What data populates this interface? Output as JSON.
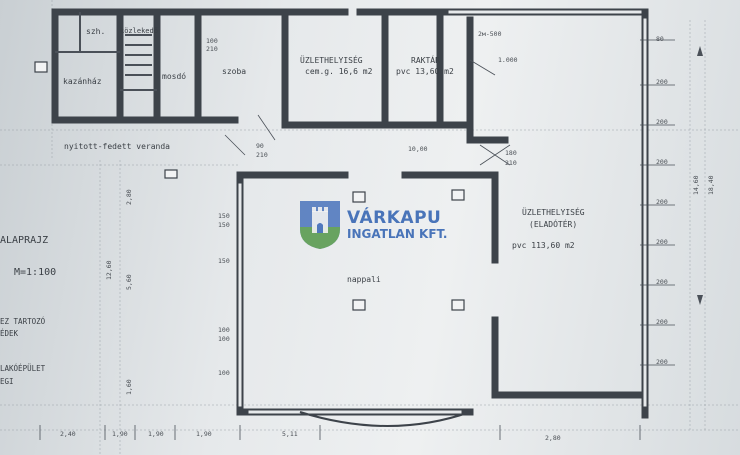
{
  "rooms": {
    "szh": "szh.",
    "kozlekedo": "közlekedő",
    "kazanhaz": "kazánház",
    "mosdo": "mosdó",
    "szoba": "szoba",
    "uzlet_small_title": "ÜZLETHELYISÉG",
    "uzlet_small_area": "cem.g. 16,6 m2",
    "raktar_title": "RAKTÁR",
    "raktar_area": "pvc 13,60 m2",
    "veranda": "nyitott-fedett veranda",
    "nappali": "nappali",
    "eladoter_title": "ÜZLETHELYISÉG",
    "eladoter_sub": "(ELADÓTÉR)",
    "eladoter_area": "pvc 113,60 m2"
  },
  "side_text": {
    "alaprajz": "ALAPRAJZ",
    "scale": "M=1:100",
    "note1": "EZ TARTOZÓ",
    "note2": "ÉDEK",
    "note3": "LAKÓÉPÜLET",
    "note4": "EGI"
  },
  "dimensions": {
    "top_right": "2м-500",
    "mid_top": "1.000",
    "stair": "10,00",
    "bottom": [
      "2,40",
      "1,90",
      "1,90",
      "1,90",
      "5,11",
      "2,80"
    ],
    "right": [
      "80",
      "200",
      "200",
      "200",
      "200",
      "200",
      "200",
      "200",
      "200"
    ],
    "left_inner": [
      "150",
      "150",
      "150",
      "100",
      "100",
      "100"
    ],
    "vertical_left": [
      "2,80",
      "12,60",
      "5,60",
      "1,60"
    ],
    "vertical_right": [
      "14,60",
      "18,40"
    ],
    "door": [
      "100",
      "210",
      "90",
      "210",
      "180",
      "210"
    ]
  },
  "logo": {
    "name": "VÁRKAPU",
    "sub": "INGATLAN KFT."
  }
}
